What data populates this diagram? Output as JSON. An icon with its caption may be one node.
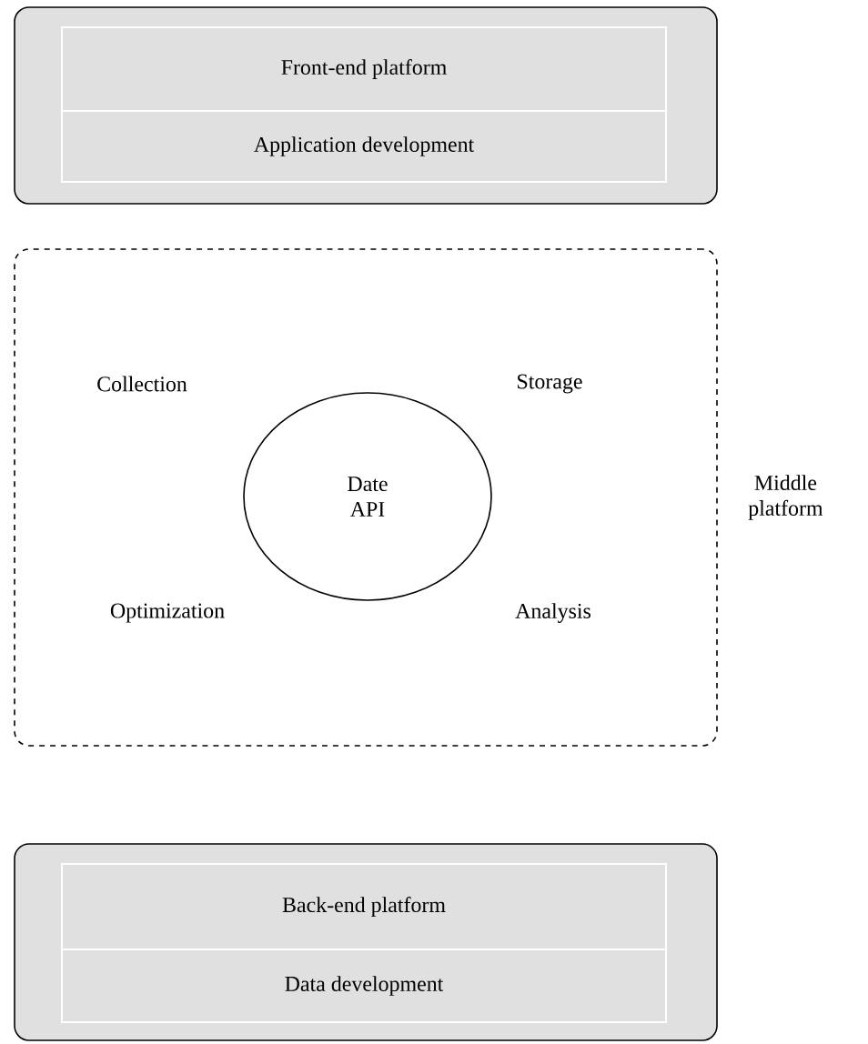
{
  "diagram": {
    "nodes": [
      {
        "text": [],
        "shape": "box"
      },
      {
        "text": [
          "Front-end platform"
        ],
        "in": 0
      },
      {
        "text": [
          "Application development"
        ],
        "in": 0
      },
      {
        "text": [],
        "shape": "box",
        "beside": [
          "Middle platform"
        ]
      },
      {
        "text": [
          "Date API"
        ],
        "in": 3
      },
      {
        "text": [],
        "shape": "box"
      },
      {
        "text": [
          "Back-end platform"
        ],
        "in": 5
      },
      {
        "text": [
          "Data development"
        ],
        "in": 5
      }
    ],
    "edges": [],
    "labels": [
      "Collection",
      "Storage",
      "Optimization",
      "Analysis"
    ]
  }
}
